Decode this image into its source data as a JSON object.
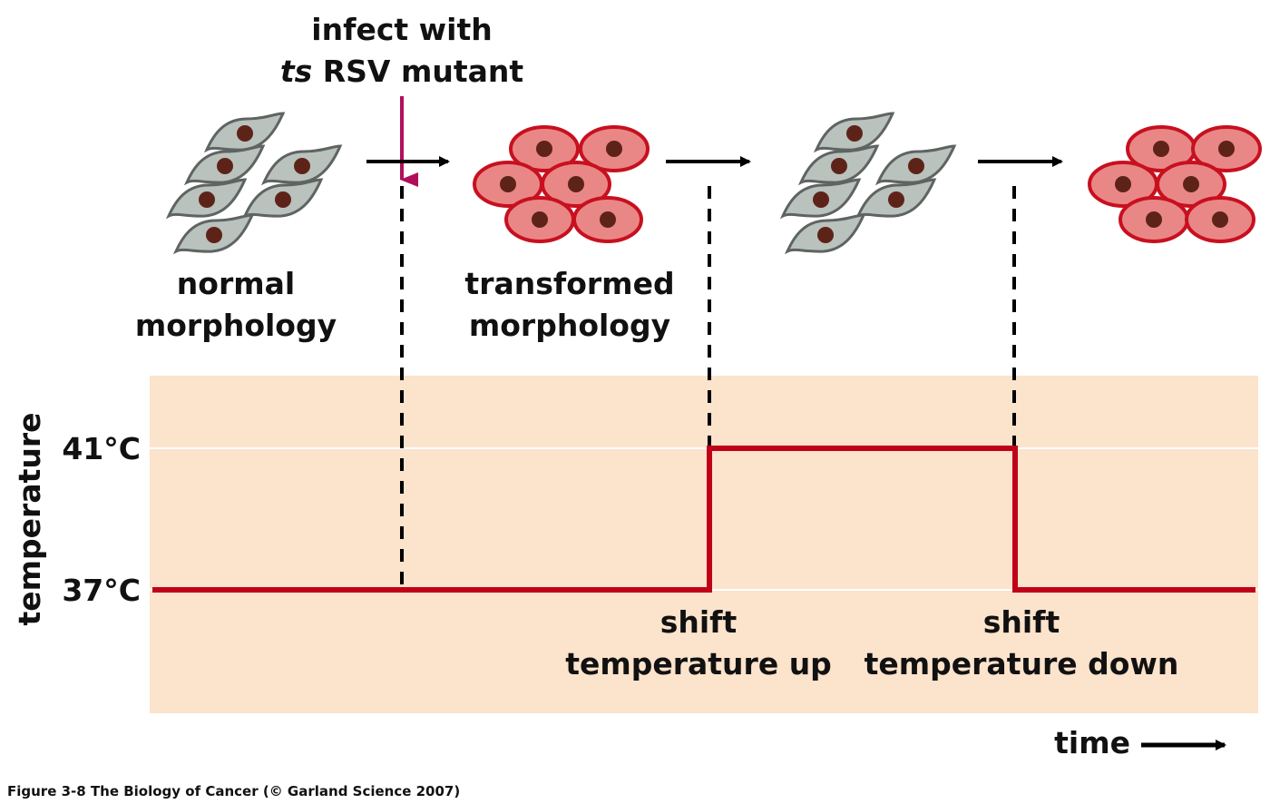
{
  "infection": {
    "line1": "infect with",
    "line2_italic": "ts",
    "line2_rest": " RSV mutant"
  },
  "stages": [
    {
      "label_line1": "normal",
      "label_line2": "morphology"
    },
    {
      "label_line1": "transformed",
      "label_line2": "morphology"
    }
  ],
  "shifts": [
    {
      "line1": "shift",
      "line2": "temperature up"
    },
    {
      "line1": "shift",
      "line2": "temperature down"
    }
  ],
  "axes": {
    "y_label": "temperature",
    "x_label": "time",
    "ticks": [
      {
        "label": "41°C",
        "value": 41
      },
      {
        "label": "37°C",
        "value": 37
      }
    ]
  },
  "caption": "Figure 3-8  The Biology of Cancer (© Garland Science 2007)",
  "colors": {
    "band_fill": "#fbe3cc",
    "temperature_line": "#c00018",
    "infection_arrow": "#b0105a",
    "normal_cell_fill": "#b9c2bd",
    "normal_cell_stroke": "#5f6463",
    "transformed_cell_fill": "#e98787",
    "transformed_cell_stroke": "#c8101f",
    "nucleus": "#5e2318"
  }
}
